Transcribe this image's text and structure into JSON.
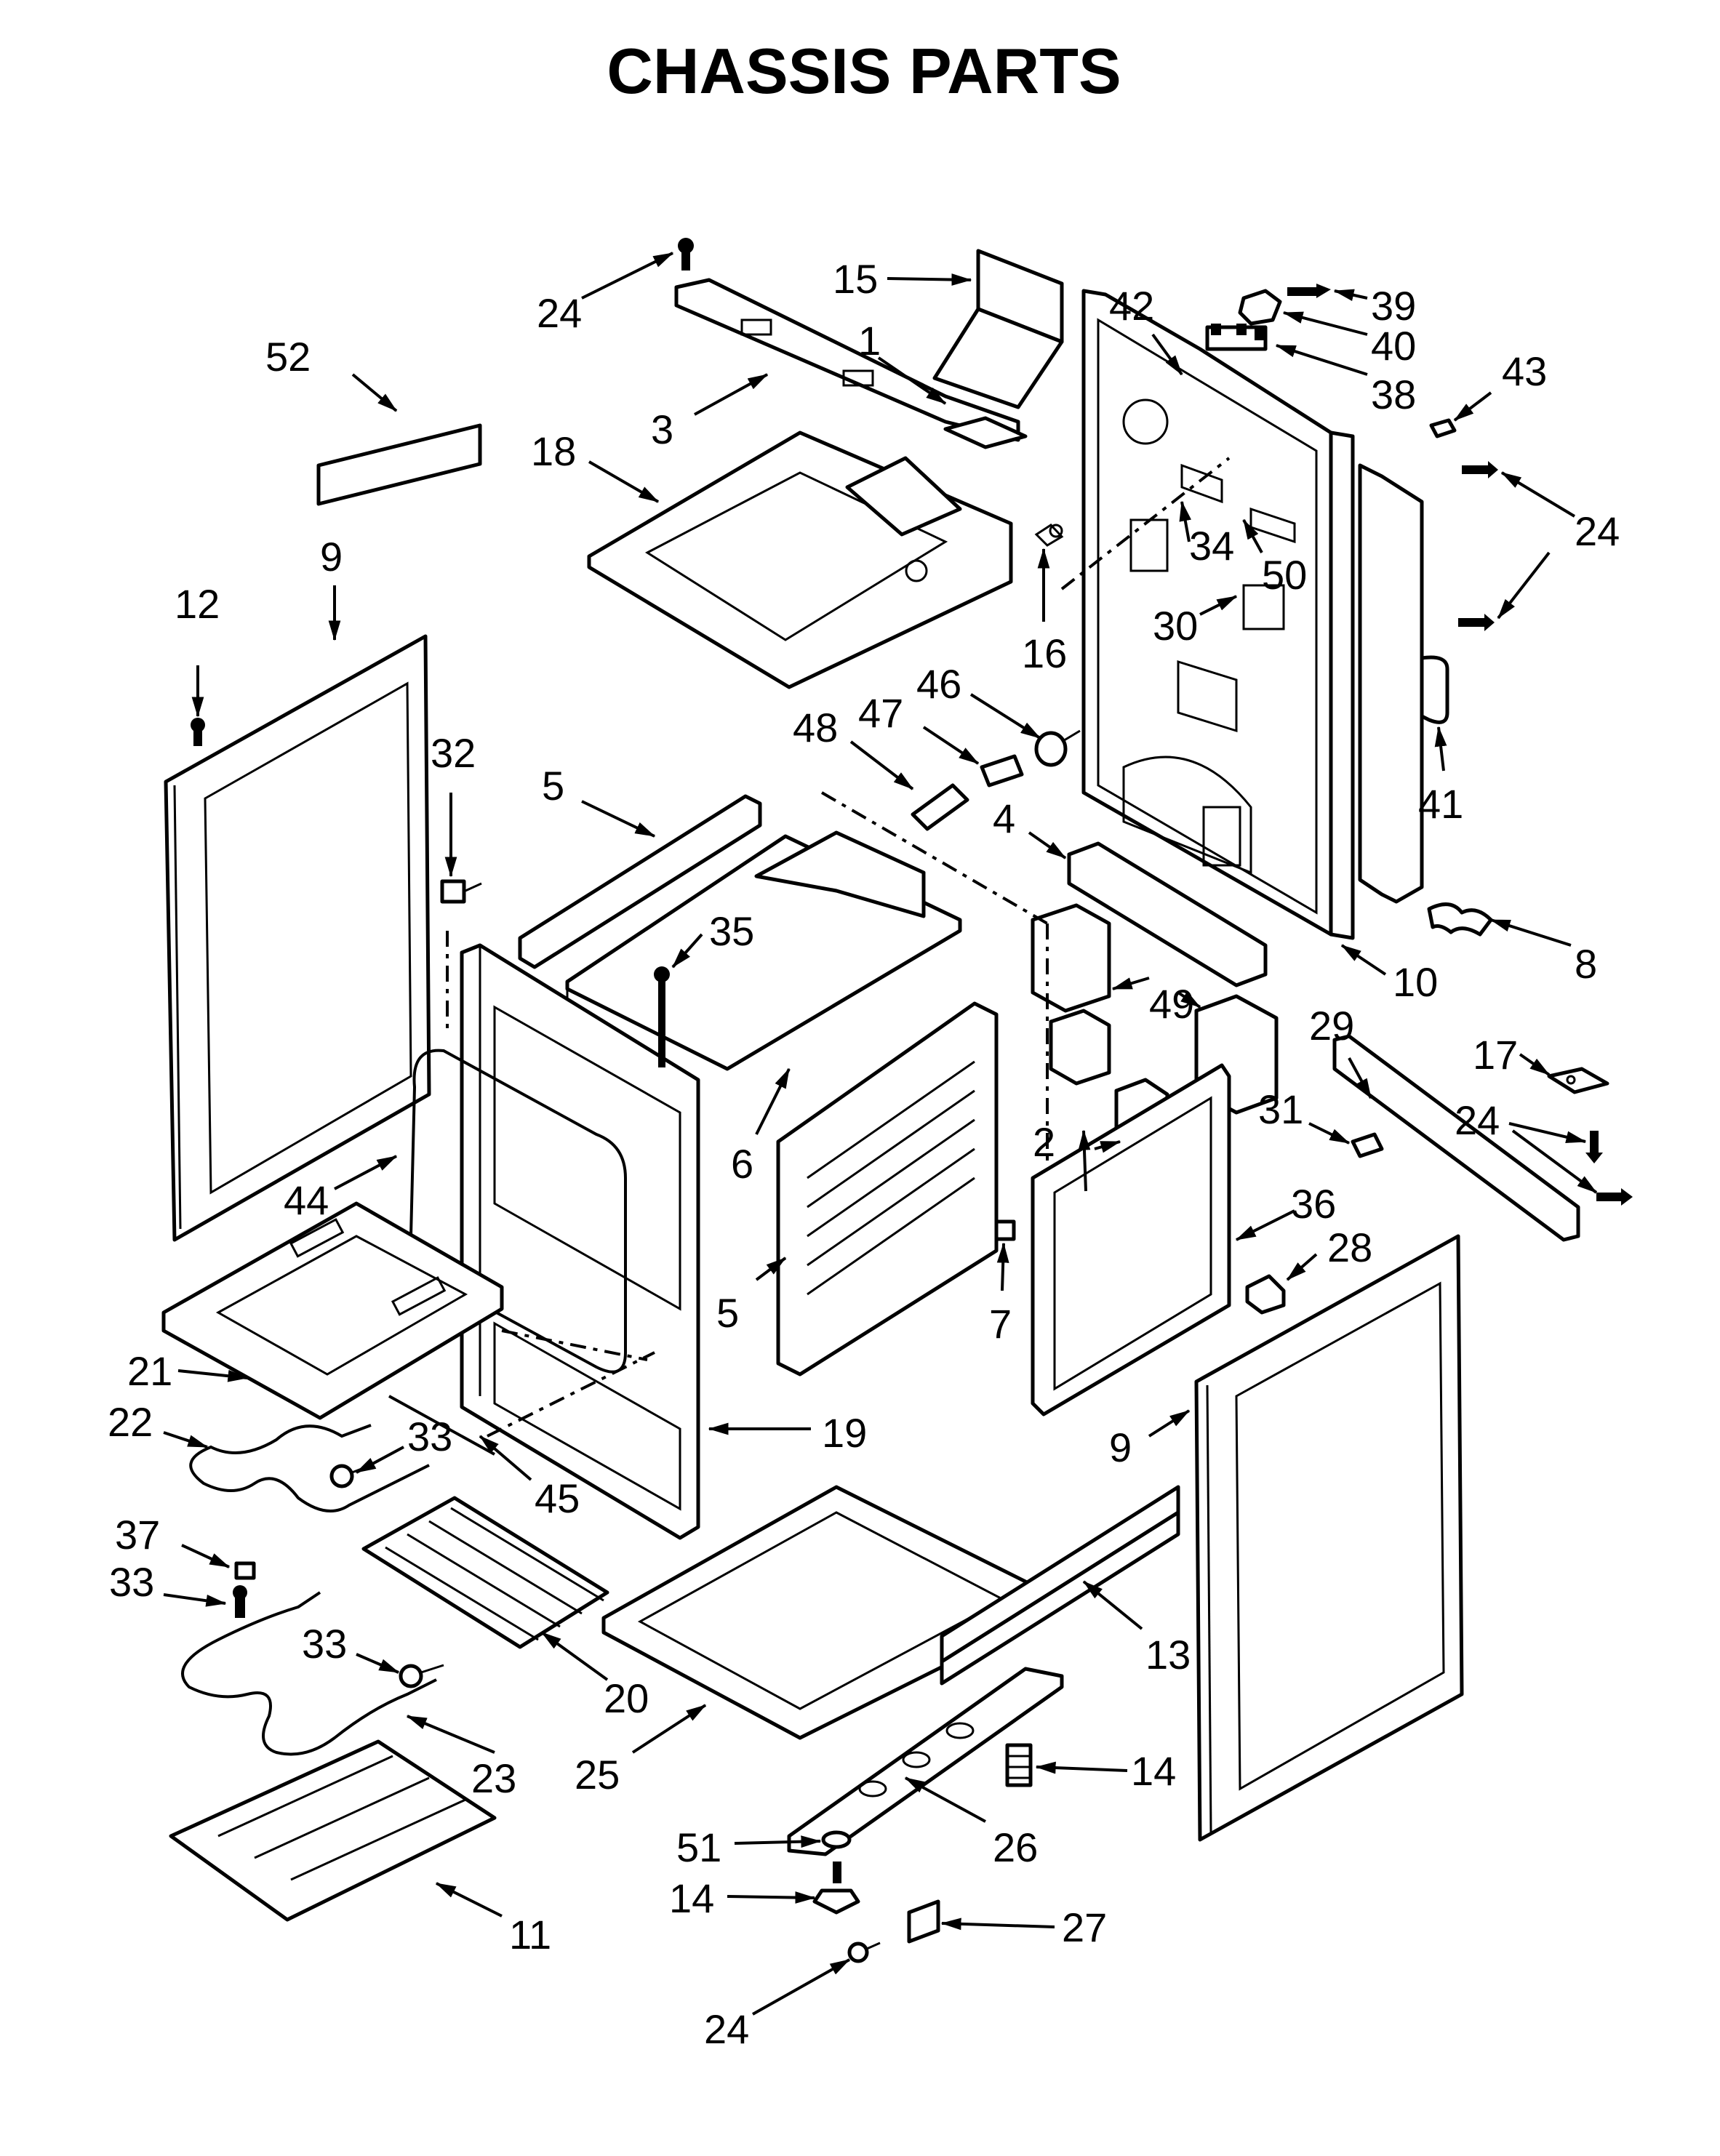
{
  "title": "CHASSIS PARTS",
  "callouts": [
    {
      "id": "c1",
      "text": "1"
    },
    {
      "id": "c2",
      "text": "2"
    },
    {
      "id": "c3",
      "text": "3"
    },
    {
      "id": "c4",
      "text": "4"
    },
    {
      "id": "c5a",
      "text": "5"
    },
    {
      "id": "c5b",
      "text": "5"
    },
    {
      "id": "c6",
      "text": "6"
    },
    {
      "id": "c7",
      "text": "7"
    },
    {
      "id": "c8",
      "text": "8"
    },
    {
      "id": "c9a",
      "text": "9"
    },
    {
      "id": "c9b",
      "text": "9"
    },
    {
      "id": "c10",
      "text": "10"
    },
    {
      "id": "c11",
      "text": "11"
    },
    {
      "id": "c12",
      "text": "12"
    },
    {
      "id": "c13",
      "text": "13"
    },
    {
      "id": "c14a",
      "text": "14"
    },
    {
      "id": "c14b",
      "text": "14"
    },
    {
      "id": "c15",
      "text": "15"
    },
    {
      "id": "c16",
      "text": "16"
    },
    {
      "id": "c17",
      "text": "17"
    },
    {
      "id": "c18",
      "text": "18"
    },
    {
      "id": "c19",
      "text": "19"
    },
    {
      "id": "c20",
      "text": "20"
    },
    {
      "id": "c21",
      "text": "21"
    },
    {
      "id": "c22",
      "text": "22"
    },
    {
      "id": "c23",
      "text": "23"
    },
    {
      "id": "c24a",
      "text": "24"
    },
    {
      "id": "c24b",
      "text": "24"
    },
    {
      "id": "c24c",
      "text": "24"
    },
    {
      "id": "c24d",
      "text": "24"
    },
    {
      "id": "c25",
      "text": "25"
    },
    {
      "id": "c26",
      "text": "26"
    },
    {
      "id": "c27",
      "text": "27"
    },
    {
      "id": "c28",
      "text": "28"
    },
    {
      "id": "c29",
      "text": "29"
    },
    {
      "id": "c30",
      "text": "30"
    },
    {
      "id": "c31",
      "text": "31"
    },
    {
      "id": "c32",
      "text": "32"
    },
    {
      "id": "c33a",
      "text": "33"
    },
    {
      "id": "c33b",
      "text": "33"
    },
    {
      "id": "c33c",
      "text": "33"
    },
    {
      "id": "c34",
      "text": "34"
    },
    {
      "id": "c35",
      "text": "35"
    },
    {
      "id": "c36",
      "text": "36"
    },
    {
      "id": "c37",
      "text": "37"
    },
    {
      "id": "c38",
      "text": "38"
    },
    {
      "id": "c39",
      "text": "39"
    },
    {
      "id": "c40",
      "text": "40"
    },
    {
      "id": "c41",
      "text": "41"
    },
    {
      "id": "c42",
      "text": "42"
    },
    {
      "id": "c43",
      "text": "43"
    },
    {
      "id": "c44",
      "text": "44"
    },
    {
      "id": "c45",
      "text": "45"
    },
    {
      "id": "c46",
      "text": "46"
    },
    {
      "id": "c47",
      "text": "47"
    },
    {
      "id": "c48",
      "text": "48"
    },
    {
      "id": "c49",
      "text": "49"
    },
    {
      "id": "c50",
      "text": "50"
    },
    {
      "id": "c51",
      "text": "51"
    },
    {
      "id": "c52",
      "text": "52"
    }
  ]
}
